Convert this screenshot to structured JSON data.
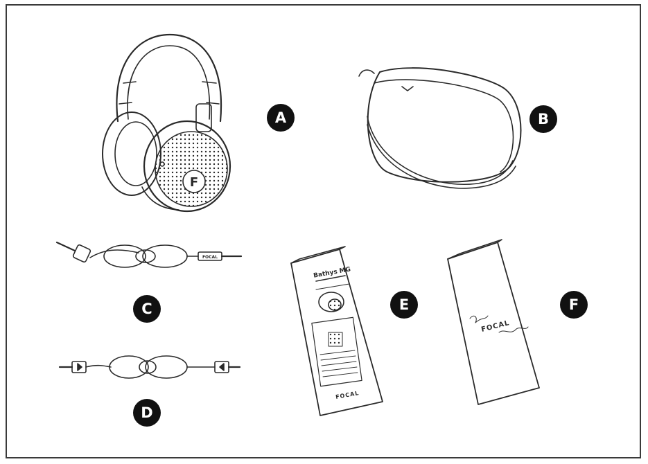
{
  "items": [
    {
      "id": "A",
      "label": "A",
      "depicts": "headphones-icon"
    },
    {
      "id": "B",
      "label": "B",
      "depicts": "carrying-case-icon"
    },
    {
      "id": "C",
      "label": "C",
      "depicts": "jack-cable-icon"
    },
    {
      "id": "D",
      "label": "D",
      "depicts": "usb-cable-icon"
    },
    {
      "id": "E",
      "label": "E",
      "depicts": "user-manual-icon"
    },
    {
      "id": "F",
      "label": "F",
      "depicts": "thank-you-card-icon"
    }
  ],
  "manual": {
    "title": "Bathys MG",
    "brand": "FOCAL"
  },
  "card": {
    "brand": "FOCAL"
  },
  "colors": {
    "ink": "#2a2a2a",
    "badge": "#111111",
    "frame": "#3a3a3a"
  }
}
